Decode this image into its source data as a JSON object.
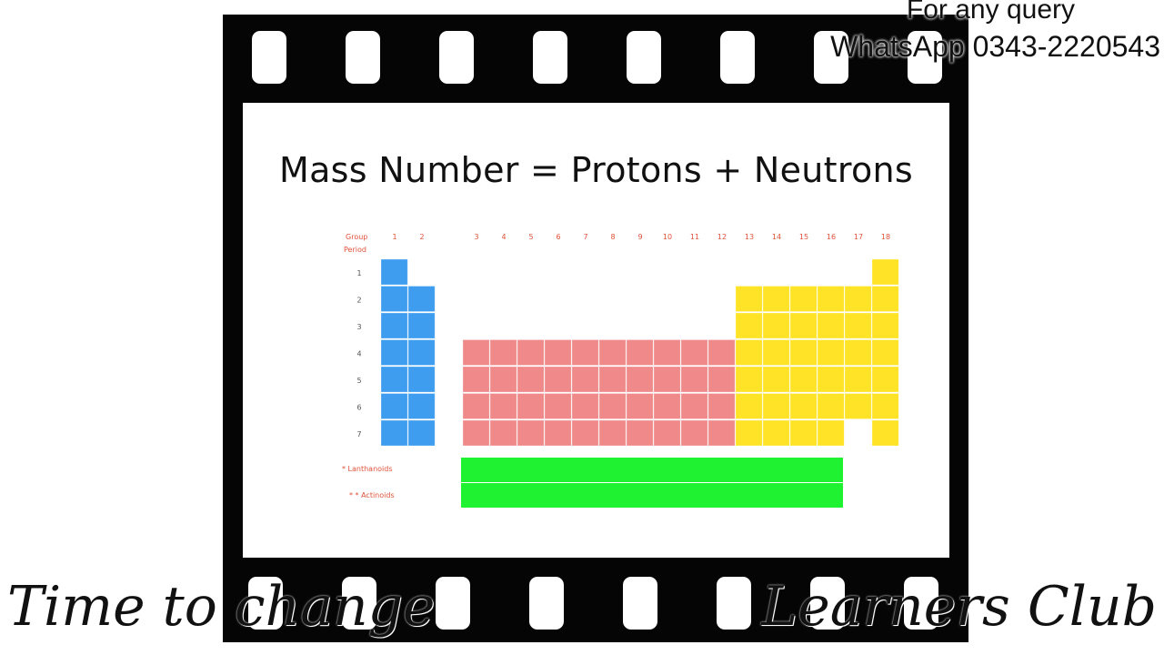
{
  "contact": {
    "line1": "For any query",
    "line2": "WhatsApp 0343-2220543"
  },
  "slide": {
    "title": "Mass Number = Protons + Neutrons"
  },
  "periodic_table": {
    "group_label": "Group",
    "period_label": "Period",
    "groups": [
      "1",
      "2",
      "3",
      "4",
      "5",
      "6",
      "7",
      "8",
      "9",
      "10",
      "11",
      "12",
      "13",
      "14",
      "15",
      "16",
      "17",
      "18"
    ],
    "periods": [
      "1",
      "2",
      "3",
      "4",
      "5",
      "6",
      "7"
    ],
    "lanthanides_label": "* Lanthanoids",
    "actinides_label": "* * Actinoids",
    "colors": {
      "s_block": "#3f9df0",
      "d_block": "#f08a8a",
      "p_block": "#ffe326",
      "f_block": "#1ef231"
    }
  },
  "branding": {
    "left_script": "Time to change",
    "right_script": "Learners Club"
  }
}
